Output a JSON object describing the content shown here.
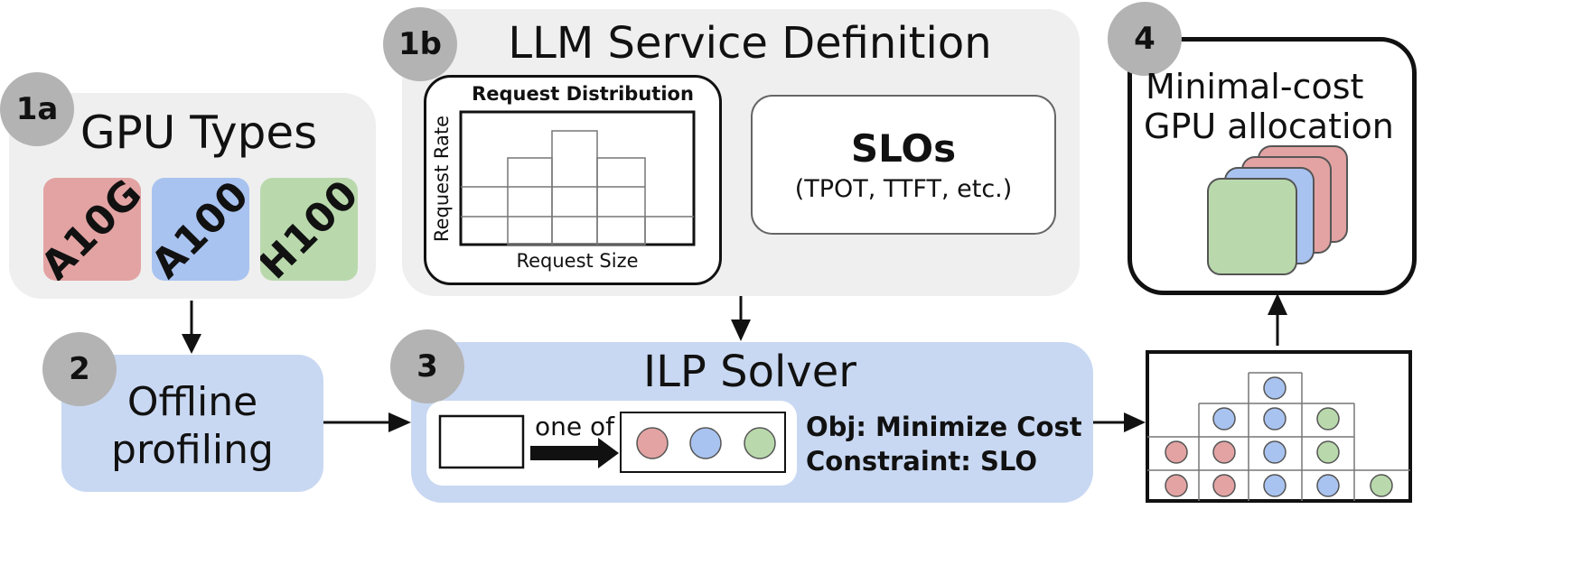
{
  "gpu_types": {
    "badge": "1a",
    "title": "GPU Types",
    "items": [
      {
        "label": "A10G",
        "color": "#e3a3a3"
      },
      {
        "label": "A100",
        "color": "#a9c3f0"
      },
      {
        "label": "H100",
        "color": "#b9d9ac"
      }
    ]
  },
  "service_definition": {
    "badge": "1b",
    "title": "LLM Service Definition",
    "request_distribution": {
      "title": "Request Distribution",
      "ylabel": "Request Rate",
      "xlabel": "Request Size"
    },
    "slos": {
      "title": "SLOs",
      "subtitle": "(TPOT, TTFT, etc.)"
    }
  },
  "offline_profiling": {
    "badge": "2",
    "line1": "Offline",
    "line2": "profiling"
  },
  "ilp_solver": {
    "badge": "3",
    "title": "ILP Solver",
    "arrow_label": "one of",
    "objective": "Obj: Minimize Cost",
    "constraint": "Constraint: SLO",
    "option_colors": [
      "#e3a3a3",
      "#a9c3f0",
      "#b9d9ac"
    ]
  },
  "allocation": {
    "badge": "4",
    "line1": "Minimal-cost",
    "line2": "GPU allocation",
    "stack_colors": [
      "#e3a3a3",
      "#a9c3f0",
      "#b9d9ac"
    ]
  },
  "colors": {
    "red": "#e3a3a3",
    "blue": "#a9c3f0",
    "green": "#b9d9ac",
    "gray_panel": "#efefef",
    "blue_panel": "#c9d8f2",
    "badge": "#b3b3b3"
  }
}
